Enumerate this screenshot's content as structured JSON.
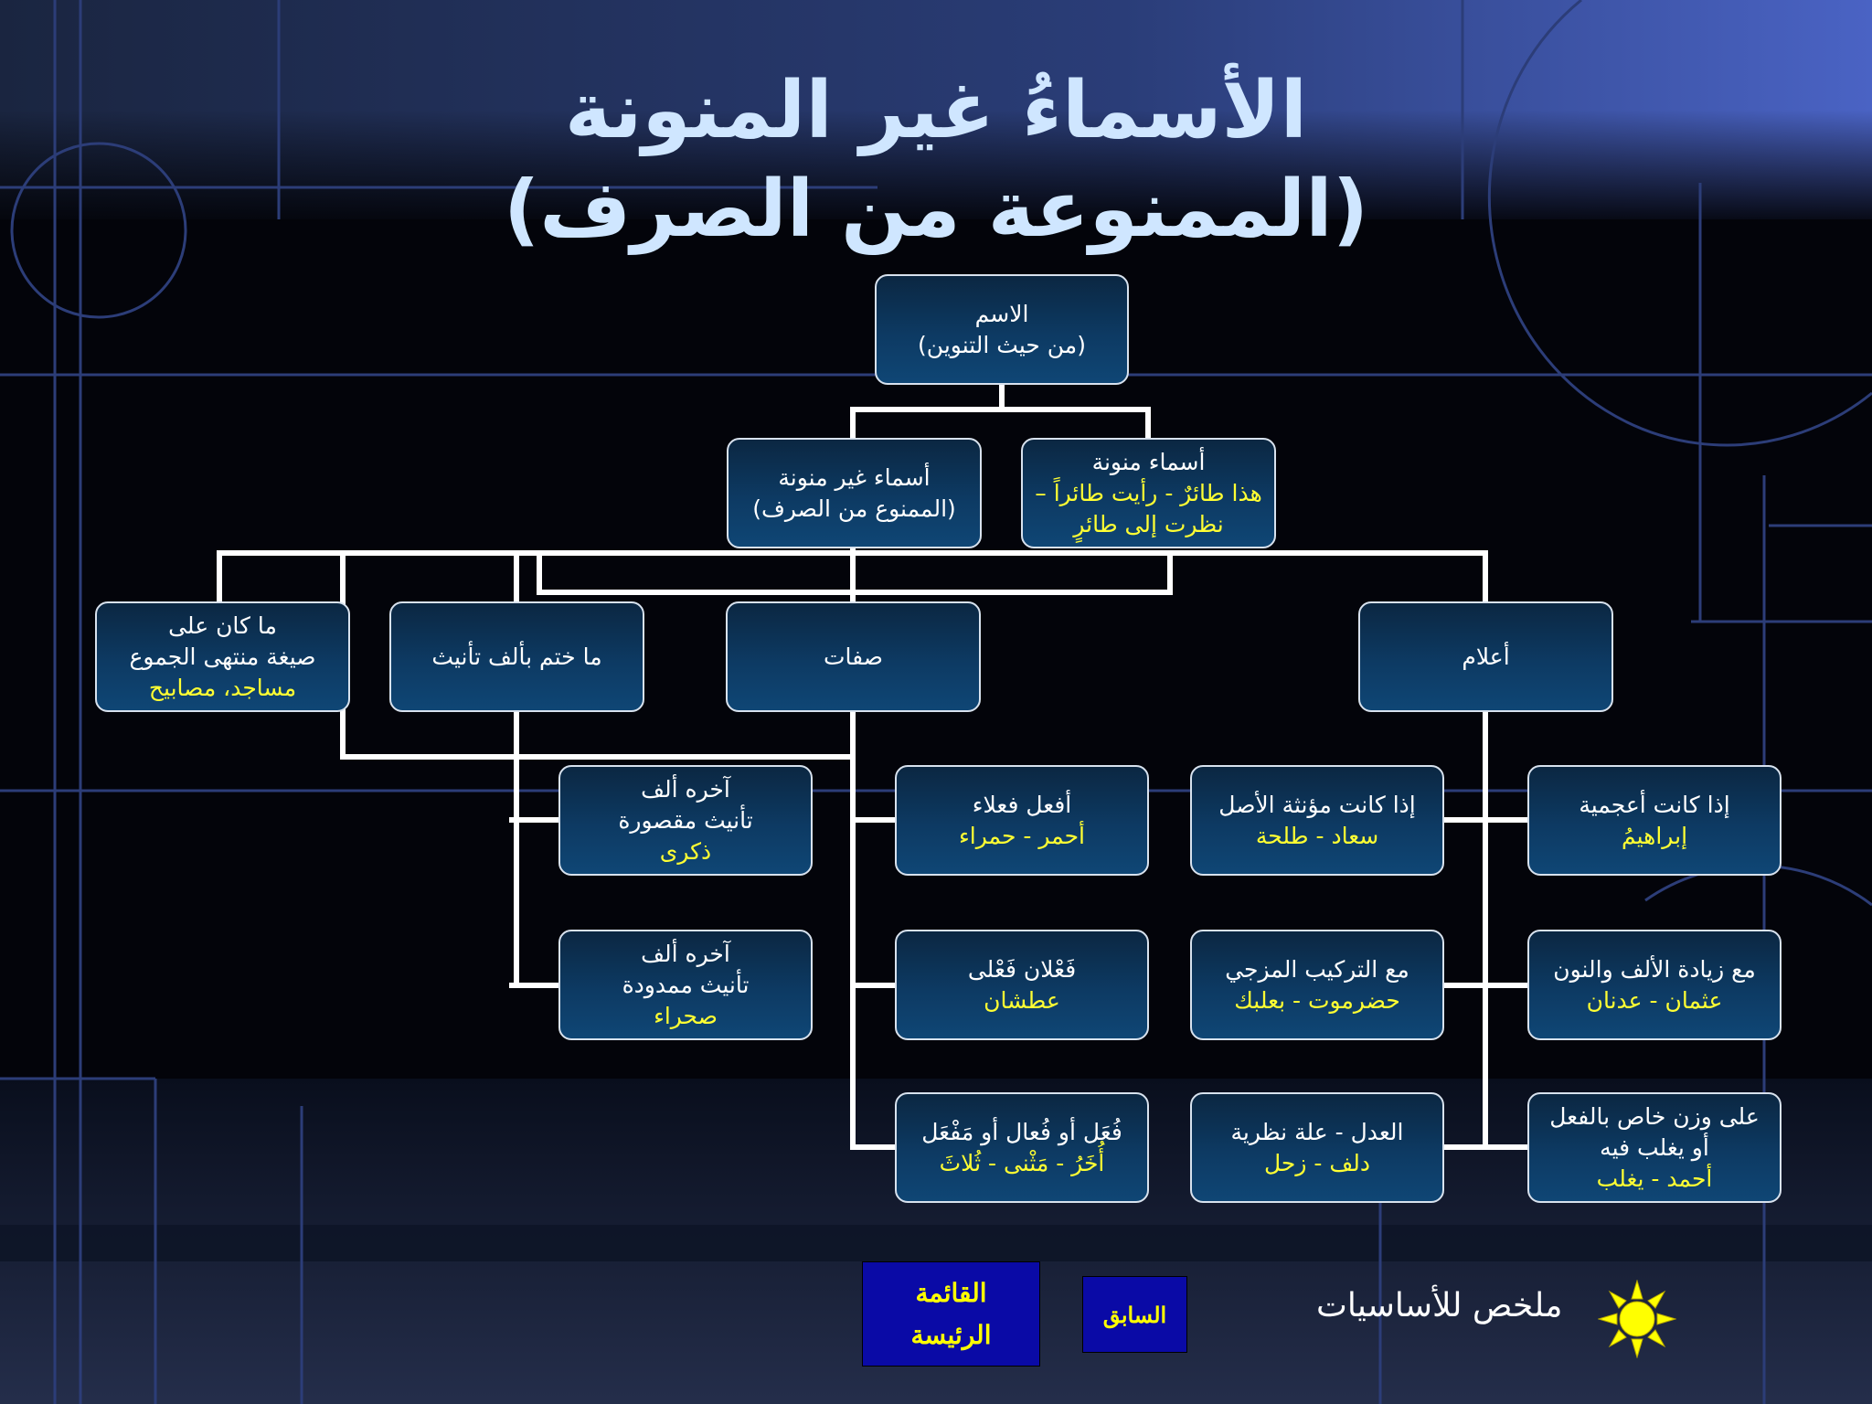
{
  "title": {
    "line1": "الأسماءُ غير المنونة",
    "line2": "(الممنوعة من الصرف)"
  },
  "nodes": {
    "root": {
      "line1": "الاسم",
      "line2": "(من حيث التنوين)"
    },
    "munawwana": {
      "line1": "أسماء منونة",
      "ex1": "هذا طائرٌ - رأيت طائراً –",
      "ex2": "نظرت إلى طائرٍ"
    },
    "ghayr": {
      "line1": "أسماء غير منونة",
      "line2": "(الممنوع من الصرف)"
    },
    "alam": {
      "line1": "أعلام"
    },
    "sifat": {
      "line1": "صفات"
    },
    "alif": {
      "line1": "ما ختم بألف تأنيث"
    },
    "jumu": {
      "line1": "ما كان على",
      "line2": "صيغة منتهى الجموع",
      "ex1": "مساجد، مصابيح"
    },
    "ajamiya": {
      "line1": "إذا كانت أعجمية",
      "ex1": "إبراهيمُ"
    },
    "ziyada": {
      "line1": "مع زيادة الألف والنون",
      "ex1": "عثمان - عدنان"
    },
    "wazn": {
      "line1": "على وزن خاص بالفعل",
      "line2": "أو يغلب فيه",
      "ex1": "أحمد - يغلب"
    },
    "muannath": {
      "line1": "إذا كانت مؤنثة الأصل",
      "ex1": "سعاد - طلحة"
    },
    "tarkib": {
      "line1": "مع التركيب المزجي",
      "ex1": "حضرموت - بعلبك"
    },
    "adl": {
      "line1": "العدل - علة نظرية",
      "ex1": "دلف - زحل"
    },
    "afal": {
      "line1": "أفعل فعلاء",
      "ex1": "أحمر - حمراء"
    },
    "falan": {
      "line1": "فَعْلان فَعْلى",
      "ex1": "عطشان"
    },
    "fual": {
      "line1": "فُعَل أو فُعال أو مَفْعَل",
      "ex1": "أُخَرُ - مَثْنى - ثُلاثَ"
    },
    "maqsura": {
      "line1": "آخره ألف",
      "line2": "تأنيث مقصورة",
      "ex1": "ذكرى"
    },
    "mamduda": {
      "line1": "آخره ألف",
      "line2": "تأنيث ممدودة",
      "ex1": "صحراء"
    }
  },
  "nav": {
    "main_menu_line1": "القائمة",
    "main_menu_line2": "الرئيسة",
    "previous": "السابق",
    "summary": "ملخص للأساسيات"
  },
  "colors": {
    "title": "#cfe6ff",
    "example_text": "#ffff33",
    "button_bg": "#0a0aa6",
    "button_text": "#ffff00",
    "connector": "#ffffff"
  },
  "icons": {
    "sun": "sun-icon"
  }
}
